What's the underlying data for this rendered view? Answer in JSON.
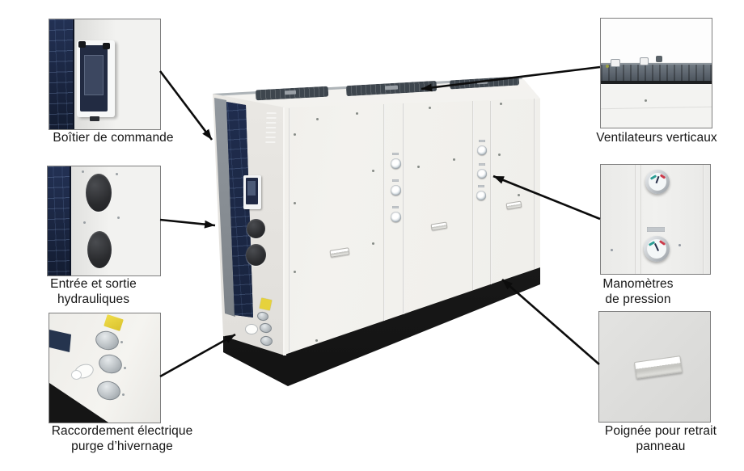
{
  "callouts": [
    {
      "id": "control-box",
      "lines": [
        "Boîtier de commande"
      ]
    },
    {
      "id": "hydraulic-connections",
      "lines": [
        "Entrée et sortie",
        "hydrauliques"
      ]
    },
    {
      "id": "electrical-connection",
      "lines": [
        "Raccordement électrique",
        "purge d’hivernage"
      ]
    },
    {
      "id": "vertical-fans",
      "lines": [
        "Ventilateurs verticaux"
      ]
    },
    {
      "id": "pressure-gauges",
      "lines": [
        "Manomètres",
        "de pression"
      ]
    },
    {
      "id": "panel-handle",
      "lines": [
        "Poignée pour retrait",
        "panneau"
      ]
    }
  ],
  "arrows": [
    {
      "from": "callout-control-box",
      "to": "unit-control-display"
    },
    {
      "from": "callout-hydraulic-connections",
      "to": "unit-left-panel-ports"
    },
    {
      "from": "callout-electrical-connection",
      "to": "unit-base-front-left"
    },
    {
      "from": "callout-vertical-fans",
      "to": "unit-top-fan-grilles"
    },
    {
      "from": "callout-pressure-gauges",
      "to": "unit-front-gauges"
    },
    {
      "from": "callout-panel-handle",
      "to": "unit-base-front-right"
    }
  ],
  "colors": {
    "background": "#ffffff",
    "arrow": "#0c0c0c",
    "coil_navy": "#18233d",
    "panel_light": "#efeeea",
    "base_black": "#161616",
    "fan_grille": "#3e464e",
    "warning_yellow": "#e6d23c",
    "box_border": "#7e7e7e",
    "label_text": "#151515"
  }
}
